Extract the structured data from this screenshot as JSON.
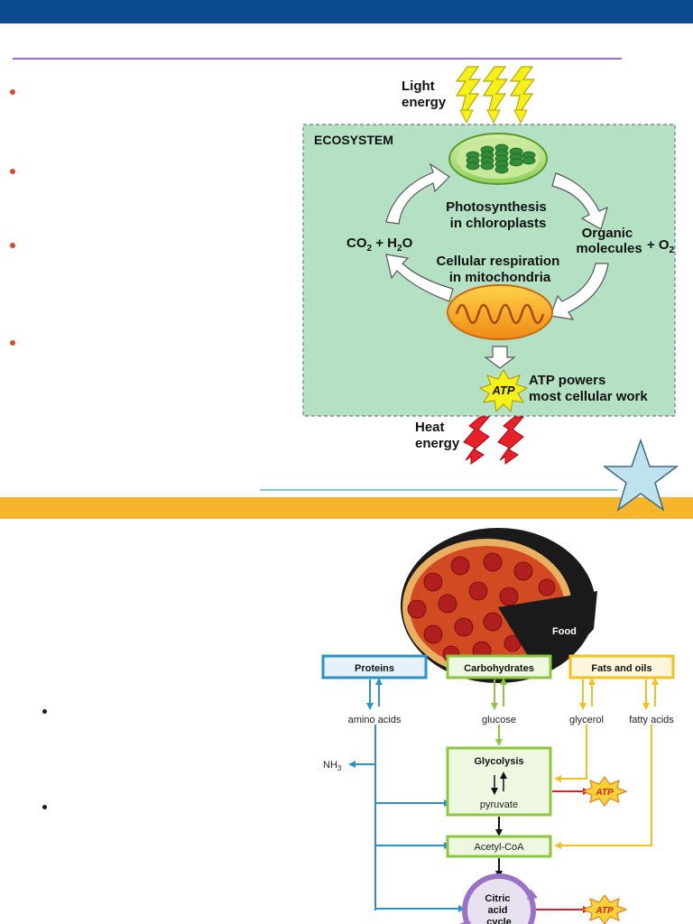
{
  "colors": {
    "header_bar": "#0c4a8f",
    "divider_purple": "#9a6bd0",
    "divider_teal": "#7fc7cf",
    "band_orange": "#f7b52b",
    "ecosystem_fill": "#b4e0c4",
    "bullet_red": "#e0452b",
    "protein_blue": "#2a92c8",
    "carb_green": "#8cc63f",
    "fat_yellow": "#f5c01e",
    "atp_red": "#d8202a"
  },
  "ecosystem_diagram": {
    "light_energy_label": [
      "Light",
      "energy"
    ],
    "ecosystem_label": "ECOSYSTEM",
    "photosynthesis_label": [
      "Photosynthesis",
      "in chloroplasts"
    ],
    "co2_h2o_label": {
      "pre": "CO",
      "sub1": "2",
      "mid": " + H",
      "sub2": "2",
      "post": "O"
    },
    "organic_molecules_label": [
      "Organic",
      "molecules"
    ],
    "plus_o2_label": {
      "pre": "+ O",
      "sub": "2"
    },
    "respiration_label": [
      "Cellular respiration",
      "in mitochondria"
    ],
    "atp_badge": "ATP",
    "atp_powers_label": [
      "ATP powers",
      "most cellular work"
    ],
    "heat_energy_label": [
      "Heat",
      "energy"
    ]
  },
  "food_diagram": {
    "food_label": "Food",
    "proteins_label": "Proteins",
    "carbohydrates_label": "Carbohydrates",
    "fats_label": "Fats and oils",
    "amino_acids_label": "amino acids",
    "glucose_label": "glucose",
    "glycerol_label": "glycerol",
    "fatty_acids_label": "fatty acids",
    "nh3_label": {
      "pre": "NH",
      "sub": "3"
    },
    "glycolysis_label": "Glycolysis",
    "pyruvate_label": "pyruvate",
    "acetyl_coa_label": "Acetyl-CoA",
    "citric_acid_label": [
      "Citric",
      "acid",
      "cycle"
    ],
    "atp_badge": "ATP"
  }
}
